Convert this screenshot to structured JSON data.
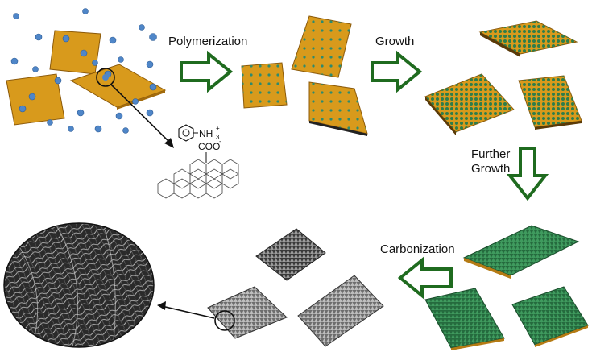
{
  "steps": {
    "polymerization": "Polymerization",
    "growth": "Growth",
    "further_1": "Further",
    "further_2": "Growth",
    "carbonization": "Carbonization"
  },
  "chemistry": {
    "nh3": "NH",
    "nh3_sub": "3",
    "nh3_sup": "+",
    "coo": "COO",
    "coo_sup": "-"
  },
  "colors": {
    "sheet_gold": "#d89a1c",
    "sheet_gold_dark": "#a26b0c",
    "aniline_blue": "#4f86c8",
    "nanowire_green": "#2e7d4a",
    "arrow_green": "#1f6b1f",
    "carbon_gray": "#8a8a8a"
  }
}
